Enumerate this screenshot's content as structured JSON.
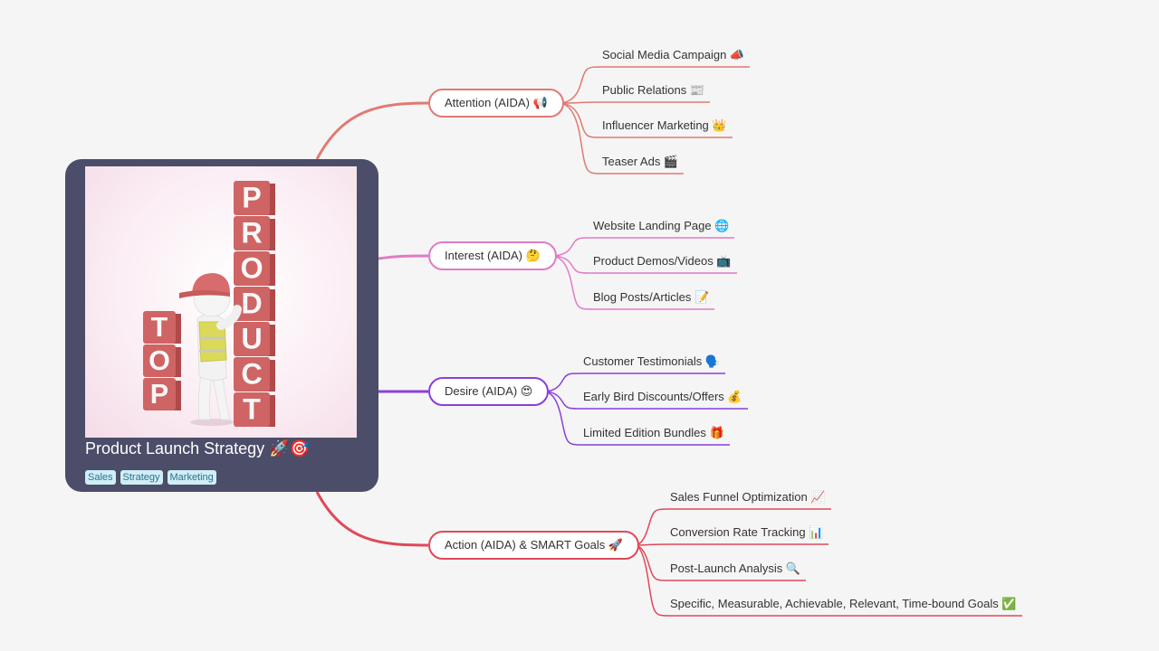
{
  "root": {
    "title": "Product Launch Strategy 🚀🎯",
    "tags": [
      "Sales",
      "Strategy",
      "Marketing"
    ],
    "image_text": "TOP PRODUCT"
  },
  "branches": [
    {
      "label": "Attention (AIDA) 📢",
      "color": "#e07a73",
      "leaves": [
        "Social Media Campaign 📣",
        "Public Relations 📰",
        "Influencer Marketing 👑",
        "Teaser Ads 🎬"
      ]
    },
    {
      "label": "Interest (AIDA) 🤔",
      "color": "#e17ac6",
      "leaves": [
        "Website Landing Page 🌐",
        "Product Demos/Videos 📺",
        "Blog Posts/Articles 📝"
      ]
    },
    {
      "label": "Desire (AIDA) 😍",
      "color": "#8a3fd9",
      "leaves": [
        "Customer Testimonials 🗣️",
        "Early Bird Discounts/Offers 💰",
        "Limited Edition Bundles 🎁"
      ]
    },
    {
      "label": "Action (AIDA) & SMART Goals 🚀",
      "color": "#e0485a",
      "leaves": [
        "Sales Funnel Optimization 📈",
        "Conversion Rate Tracking 📊",
        "Post-Launch Analysis 🔍",
        "Specific, Measurable, Achievable, Relevant, Time-bound Goals ✅"
      ]
    }
  ]
}
